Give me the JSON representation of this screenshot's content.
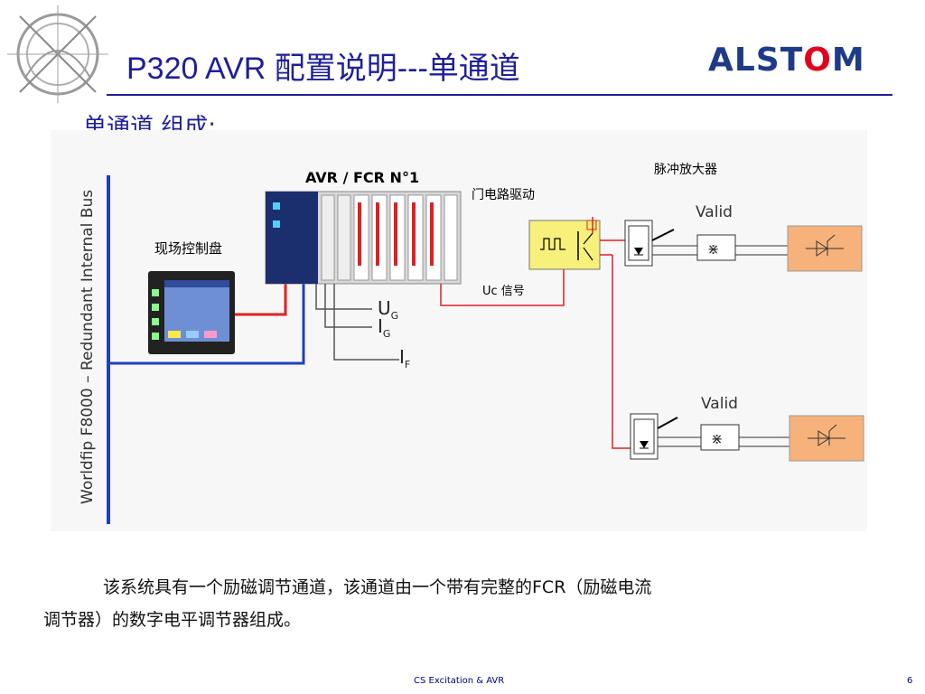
{
  "title": "P320  AVR 配置说明---单通道",
  "logo": {
    "text_part1": "ALST",
    "text_o": "O",
    "text_part2": "M"
  },
  "subtitle": "单通道 组成:",
  "diagram": {
    "bus_label": "Worldfip F8000 – Redundant Internal Bus",
    "rack_title": "AVR / FCR N°1",
    "panel_label": "现场控制盘",
    "gate_driver_label": "门电路驱动",
    "pulse_amp_label": "脉冲放大器",
    "uc_signal_label": "Uc 信号",
    "valid_label_1": "Valid",
    "valid_label_2": "Valid",
    "signal_ug": "U",
    "signal_ug_sub": "G",
    "signal_ig": "I",
    "signal_ig_sub": "G",
    "signal_if": "I",
    "signal_if_sub": "F",
    "colors": {
      "bus": "#1f3fbf",
      "red_line": "#e02020",
      "gate_box": "#f7f07a",
      "thyristor_box": "#f6b27a"
    }
  },
  "paragraph": {
    "line1": "该系统具有一个励磁调节通道，该通道由一个带有完整的FCR（励磁电流",
    "line2": "调节器）的数字电平调节器组成。"
  },
  "footer": {
    "text": "CS Excitation & AVR",
    "page": "6"
  }
}
